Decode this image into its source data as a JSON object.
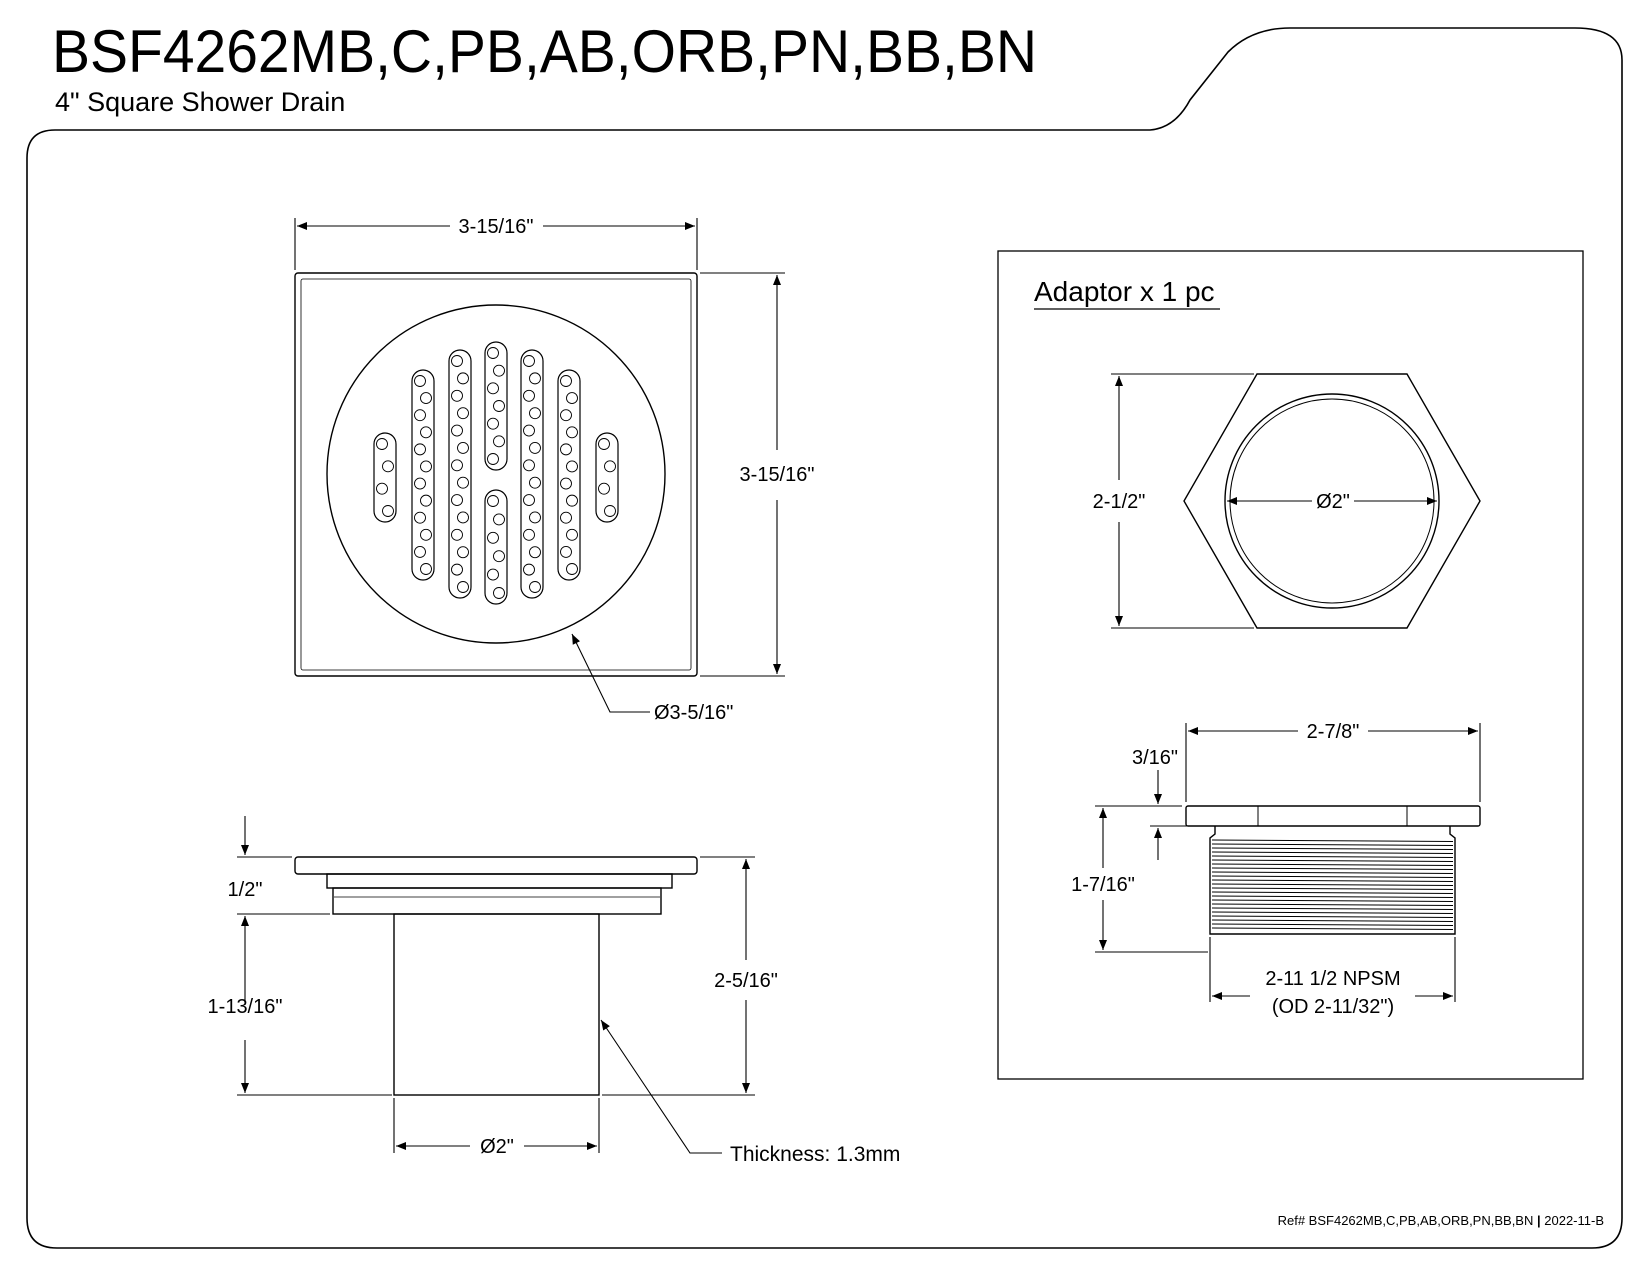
{
  "header": {
    "title": "BSF4262MB,C,PB,AB,ORB,PN,BB,BN",
    "subtitle": "4\" Square Shower Drain"
  },
  "top_view": {
    "width_label": "3-15/16\"",
    "height_label": "3-15/16\"",
    "grate_diameter_label": "Ø3-5/16\""
  },
  "side_view": {
    "flange_height_label": "1/2\"",
    "body_height_label": "1-13/16\"",
    "total_height_label": "2-5/16\"",
    "outlet_diameter_label": "Ø2\"",
    "thickness_label": "Thickness: 1.3mm"
  },
  "adaptor": {
    "title": "Adaptor x 1 pc",
    "hex_height_label": "2-1/2\"",
    "inner_diameter_label": "Ø2\"",
    "width_label": "2-7/8\"",
    "flange_thickness_label": "3/16\"",
    "height_label": "1-7/16\"",
    "thread_label": "2-11 1/2 NPSM",
    "od_label": "(OD 2-11/32\")"
  },
  "footer": {
    "ref": "Ref# BSF4262MB,C,PB,AB,ORB,PN,BB,BN",
    "revision": "2022-11-B"
  }
}
